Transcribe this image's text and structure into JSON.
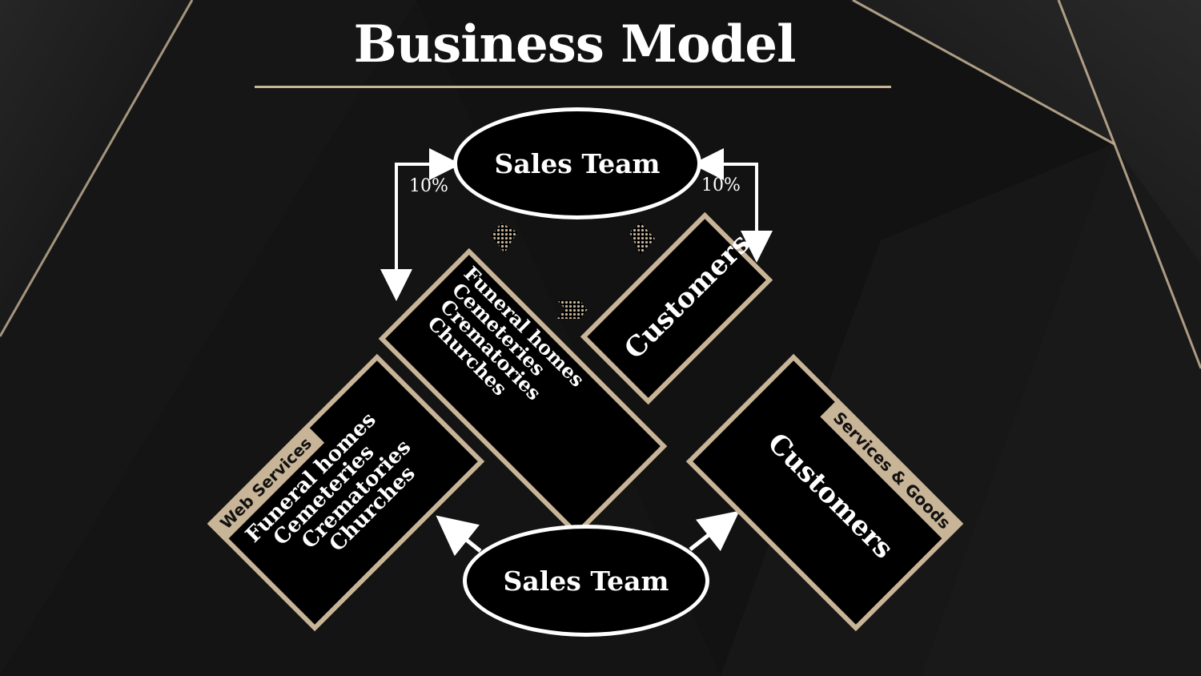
{
  "title": "Business Model",
  "top_cycle": {
    "sales_team": "Sales Team",
    "left_percent": "10%",
    "right_percent": "10%",
    "providers": [
      "Funeral homes",
      "Cemeteries",
      "Crematories",
      "Churches"
    ],
    "customers": "Customers"
  },
  "bottom_flow": {
    "sales_team": "Sales Team",
    "web_services_tag": "Web Services",
    "providers": [
      "Funeral homes",
      "Cemeteries",
      "Crematories",
      "Churches"
    ],
    "services_goods_tag": "Services & Goods",
    "customers": "Customers"
  },
  "colors": {
    "accent": "#c8b497",
    "background": "#111111",
    "text": "#ffffff"
  }
}
